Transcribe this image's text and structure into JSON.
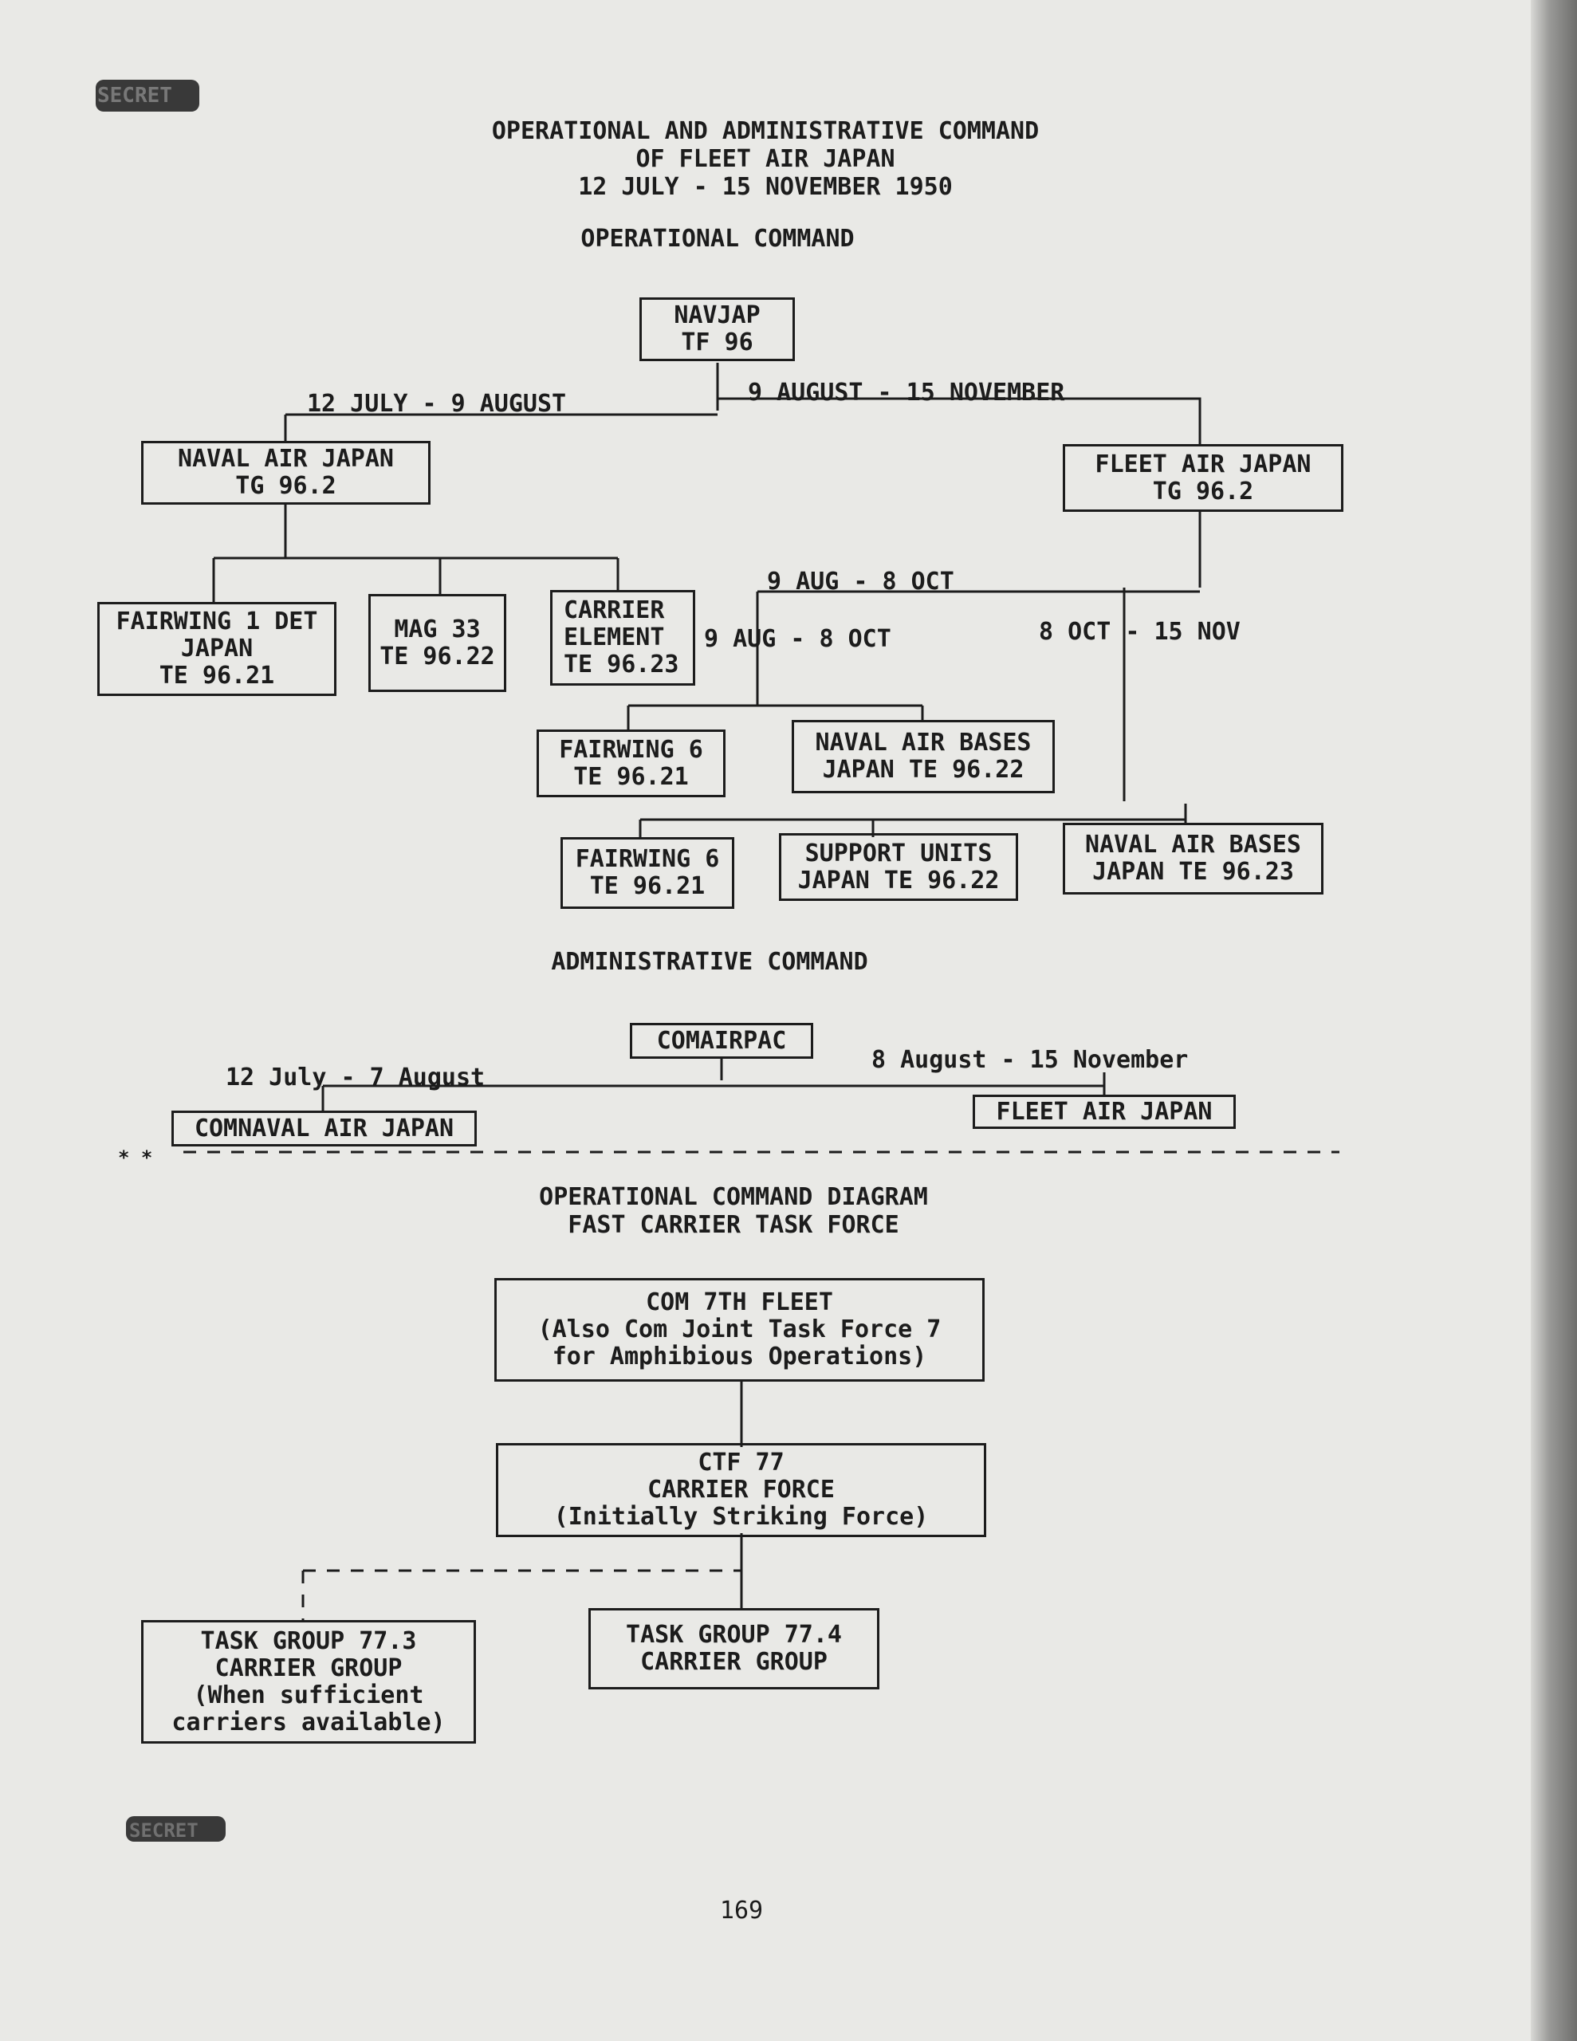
{
  "classification_top": "SECRET",
  "classification_bottom": "SECRET",
  "title": {
    "line1": "OPERATIONAL AND ADMINISTRATIVE COMMAND",
    "line2": "OF FLEET AIR JAPAN",
    "line3": "12 JULY - 15 NOVEMBER 1950"
  },
  "operational": {
    "heading": "OPERATIONAL COMMAND",
    "navjap": [
      "NAVJAP",
      "TF 96"
    ],
    "period_left": "12 JULY - 9 AUGUST",
    "period_right": "9 AUGUST - 15 NOVEMBER",
    "naval_air_japan": [
      "NAVAL AIR JAPAN",
      "TG 96.2"
    ],
    "fleet_air_japan": [
      "FLEET AIR JAPAN",
      "TG 96.2"
    ],
    "fairwing_det": [
      "FAIRWING 1 DET",
      "JAPAN",
      "TE 96.21"
    ],
    "mag33": [
      "MAG 33",
      "TE 96.22"
    ],
    "carrier_element": [
      "CARRIER",
      "ELEMENT",
      "TE 96.23"
    ],
    "label_aug_oct_top": "9 AUG - 8 OCT",
    "label_aug_oct_mid": "9 AUG - 8 OCT",
    "label_oct_nov": "8 OCT - 15 NOV",
    "fairwing6_a": [
      "FAIRWING 6",
      "TE 96.21"
    ],
    "naval_air_bases_a": [
      "NAVAL AIR BASES",
      "JAPAN TE 96.22"
    ],
    "fairwing6_b": [
      "FAIRWING 6",
      "TE 96.21"
    ],
    "support_units": [
      "SUPPORT UNITS",
      "JAPAN TE 96.22"
    ],
    "naval_air_bases_b": [
      "NAVAL AIR BASES",
      "JAPAN TE 96.23"
    ]
  },
  "administrative": {
    "heading": "ADMINISTRATIVE COMMAND",
    "comairpac": "COMAIRPAC",
    "period_left": "12 July - 7 August",
    "period_right": "8 August - 15 November",
    "comnaval": "COMNAVAL AIR JAPAN",
    "fleet": "FLEET AIR JAPAN",
    "asterisks": "* *"
  },
  "fast_carrier": {
    "heading1": "OPERATIONAL COMMAND DIAGRAM",
    "heading2": "FAST CARRIER TASK FORCE",
    "com7": [
      "COM 7TH FLEET",
      "(Also Com Joint Task Force 7",
      "for Amphibious Operations)"
    ],
    "ctf77": [
      "CTF 77",
      "CARRIER FORCE",
      "(Initially Striking Force)"
    ],
    "tg773": [
      "TASK GROUP 77.3",
      "CARRIER GROUP",
      "(When sufficient",
      "carriers available)"
    ],
    "tg774": [
      "TASK GROUP 77.4",
      "CARRIER GROUP"
    ]
  },
  "page_number": "169"
}
